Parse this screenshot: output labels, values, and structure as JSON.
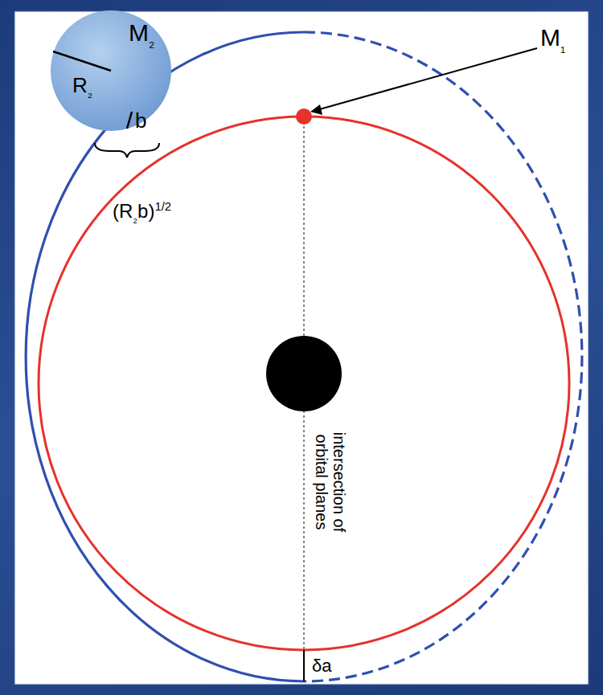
{
  "diagram": {
    "labels": [
      "M₂",
      "R₂",
      "b",
      "(R₂b)1/2",
      "M₁",
      "intersection of orbital planes",
      "δa"
    ]
  }
}
